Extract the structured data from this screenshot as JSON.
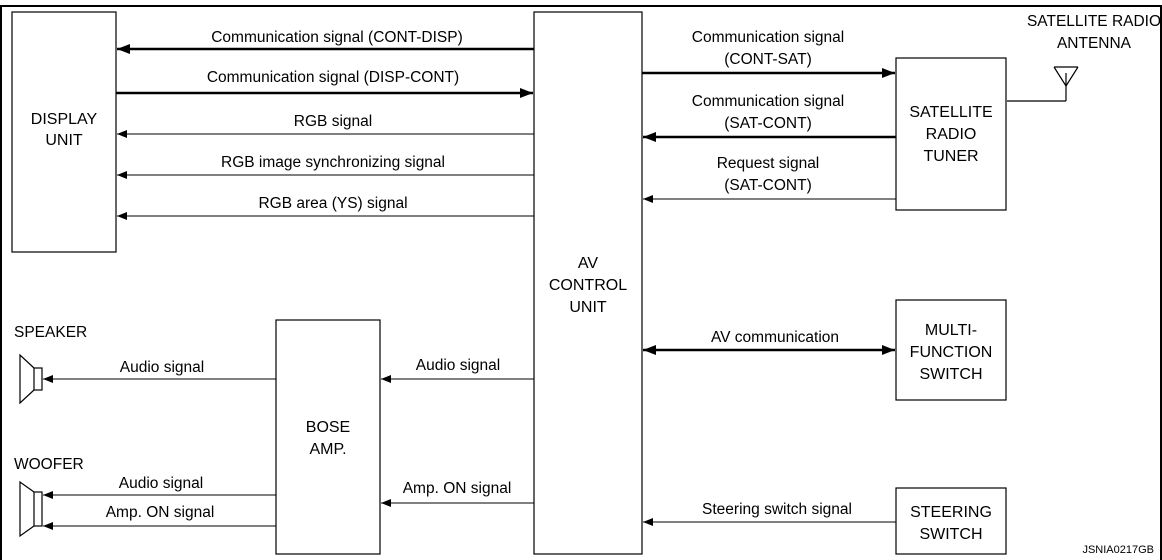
{
  "boxes": {
    "display_unit": [
      "DISPLAY",
      "UNIT"
    ],
    "av_control_unit": [
      "AV",
      "CONTROL",
      "UNIT"
    ],
    "satellite_radio_tuner": [
      "SATELLITE",
      "RADIO",
      "TUNER"
    ],
    "multi_function_switch": [
      "MULTI-",
      "FUNCTION",
      "SWITCH"
    ],
    "steering_switch": [
      "STEERING",
      "SWITCH"
    ],
    "bose_amp": [
      "BOSE",
      "AMP."
    ]
  },
  "components": {
    "antenna": [
      "SATELLITE RADIO",
      "ANTENNA"
    ],
    "speaker": "SPEAKER",
    "woofer": "WOOFER"
  },
  "signals": {
    "cont_disp": "Communication signal (CONT-DISP)",
    "disp_cont": "Communication signal (DISP-CONT)",
    "rgb": "RGB signal",
    "rgb_sync": "RGB image synchronizing signal",
    "rgb_area": "RGB area (YS) signal",
    "cont_sat": [
      "Communication signal",
      "(CONT-SAT)"
    ],
    "sat_cont": [
      "Communication signal",
      "(SAT-CONT)"
    ],
    "request": [
      "Request signal",
      "(SAT-CONT)"
    ],
    "av_comm": "AV communication",
    "steering": "Steering switch signal",
    "av_audio": "Audio signal",
    "amp_on": "Amp. ON signal",
    "speaker_audio": "Audio signal",
    "woofer_audio": "Audio signal",
    "woofer_amp_on": "Amp. ON signal"
  },
  "figure_id": "JSNIA0217GB"
}
